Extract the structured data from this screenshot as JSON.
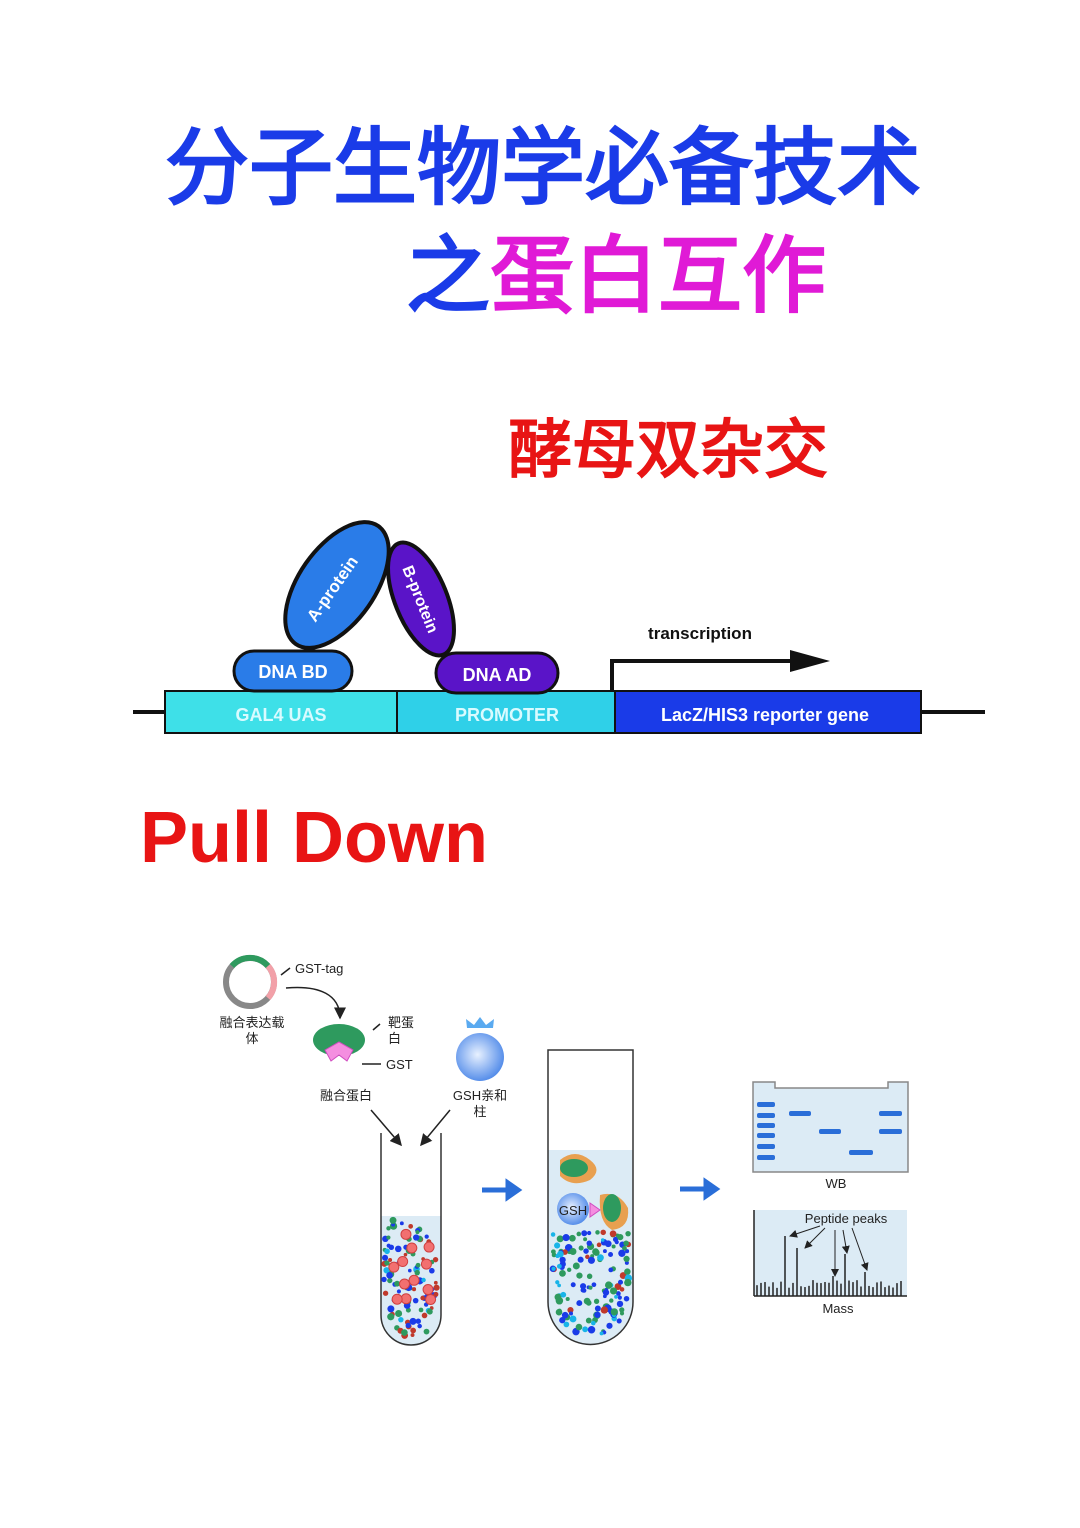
{
  "title": {
    "line1": "分子生物学必备技术",
    "line2_prefix": "之",
    "line2_highlight": "蛋白互作",
    "colors": {
      "blue": "#1a3be8",
      "magenta": "#e01ad6",
      "red": "#e81414"
    }
  },
  "yeast_two_hybrid": {
    "heading": "酵母双杂交",
    "a_protein": "A-protein",
    "b_protein": "B-protein",
    "dna_bd": "DNA BD",
    "dna_ad": "DNA AD",
    "transcription": "transcription",
    "gal4_uas": "GAL4  UAS",
    "promoter": "PROMOTER",
    "reporter": "LacZ/HIS3 reporter gene"
  },
  "pull_down": {
    "heading": "Pull Down",
    "gst_tag": "GST-tag",
    "vector_line1": "融合表达载",
    "vector_line2": "体",
    "target_line1": "靶蛋",
    "target_line2": "白",
    "gst": "GST",
    "fusion_protein": "融合蛋白",
    "gsh_column_line1": "GSH亲和",
    "gsh_column_line2": "柱",
    "gsh": "GSH",
    "wb": "WB",
    "peptide_peaks": "Peptide peaks",
    "mass": "Mass"
  }
}
